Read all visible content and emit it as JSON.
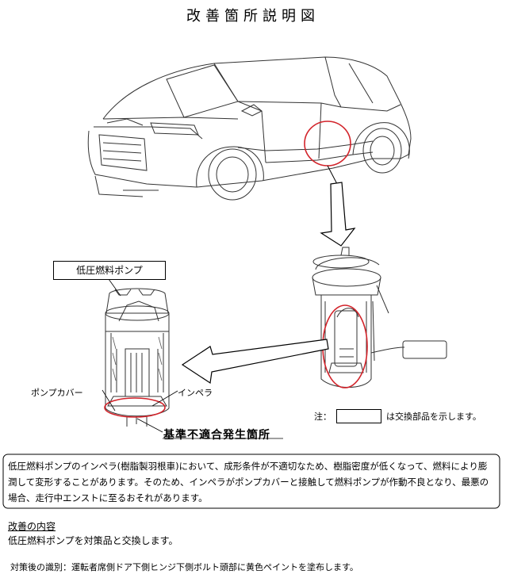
{
  "title": "改善箇所説明図",
  "labels": {
    "pump": "低圧燃料ポンプ",
    "pump_cover": "ポンプカバー",
    "impeller": "インペラ",
    "defect_location": "基準不適合発生箇所"
  },
  "note": {
    "prefix": "注：",
    "suffix": "は交換部品を示します。"
  },
  "description": "低圧燃料ポンプのインペラ(樹脂製羽根車)において、成形条件が不適切なため、樹脂密度が低くなって、燃料により膨潤して変形することがあります。そのため、インペラがポンプカバーと接触して燃料ポンプが作動不良となり、最悪の場合、走行中エンストに至るおそれがあります。",
  "improvement": {
    "heading": "改善の内容",
    "text": "低圧燃料ポンプを対策品と交換します。"
  },
  "identification": "対策後の識別：運転者席側ドア下側ヒンジ下側ボルト頭部に黄色ペイントを塗布します。",
  "colors": {
    "highlight": "#d2232a",
    "line": "#000000"
  }
}
